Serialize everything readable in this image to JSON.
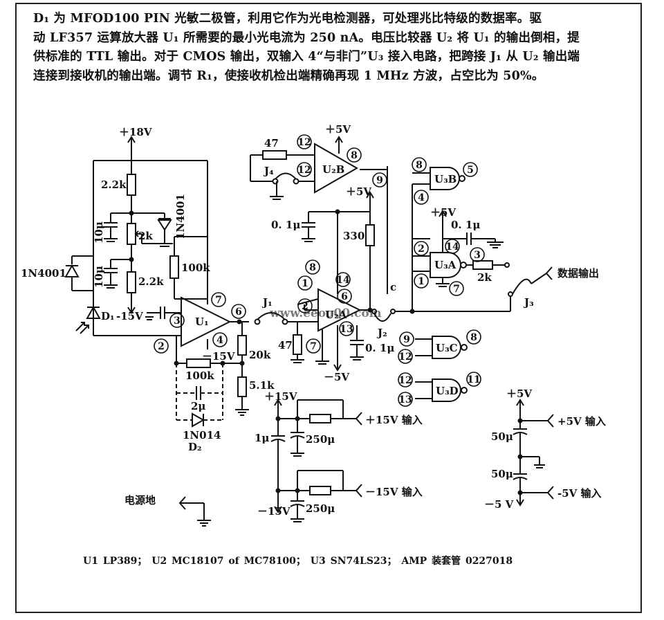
{
  "description": [
    "D₁ 为 MFOD100 PIN 光敏二极管，利用它作为光电检测器，可处理兆比特级的数据率。驱",
    "动 LF357 运算放大器 U₁ 所需要的最小光电流为 250 nA。电压比较器 U₂ 将 U₁ 的输出倒相，提",
    "供标准的 TTL 输出。对于 CMOS 输出，双输入 4“与非门”U₃ 接入电路，把跨接 J₁ 从 U₂ 输出端",
    "连接到接收机的输出端。调节 R₁，使接收机检出端精确再现 1 MHz 方波，占空比为 50%。"
  ],
  "labels": {
    "v18": "＋18V",
    "v5_top": "＋5V",
    "v5_mid": "＋5V",
    "v5_u3": "＋5V",
    "v5_right": "＋5V",
    "r2k2_a": "2.2k",
    "r2k": "2k",
    "r2k2_b": "2.2k",
    "cap10u_a": "10μ",
    "cap10u_b": "10μ",
    "d1n4001_a": "1N4001",
    "d1n4001_b": "1N4001",
    "r100k_a": "100k",
    "d1": "D₁",
    "vneg15_a": "-15V",
    "vneg15_b": "－15V",
    "u1": "U₁",
    "r100k_b": "100k",
    "cap2u": "2μ",
    "d2_part": "1N014",
    "d2": "D₂",
    "r20k": "20k",
    "r5k1": "5.1k",
    "r47_a": "47",
    "j4": "J₄",
    "u2b": "U₂B",
    "cap01u_a": "0. 1μ",
    "r330": "330",
    "j1": "J₁",
    "u2a": "U₂A",
    "r47_b": "47",
    "cap01u_b": "0. 1μ",
    "vneg5": "－5V",
    "j2": "J₂",
    "node_c": "c",
    "u3b": "U₃B",
    "cap01u_c": "0. 1μ",
    "u3a": "U₃A",
    "r2k_out": "2k",
    "data_out": "数据输出",
    "j3": "J₃",
    "u3c": "U₃C",
    "u3d": "U₃D",
    "v15_pos": "＋15V",
    "in_p15": "＋15V 输入",
    "cap1u": "1μ",
    "cap250u_a": "250μ",
    "in_m15": "－15V 输入",
    "v15_neg": "－15V",
    "cap250u_b": "250μ",
    "in_p5": "+5V 输入",
    "cap50u_a": "50μ",
    "cap50u_b": "50μ",
    "v5_neg": "－5 V",
    "in_m5": "-5V 输入",
    "gnd_power": "电源地",
    "watermark": "www.eeoo00.com"
  },
  "pins": {
    "p1": "1",
    "p2": "2",
    "p3": "3",
    "p4": "4",
    "p5": "5",
    "p6": "6",
    "p7": "7",
    "p8": "8",
    "p9": "9",
    "p11": "11",
    "p12": "12",
    "p13": "13",
    "p14": "14"
  },
  "footer": "U1   LP389；    U2   MC18107 of    MC78100；     U3   SN74LS23；      AMP   装套管   0227018"
}
